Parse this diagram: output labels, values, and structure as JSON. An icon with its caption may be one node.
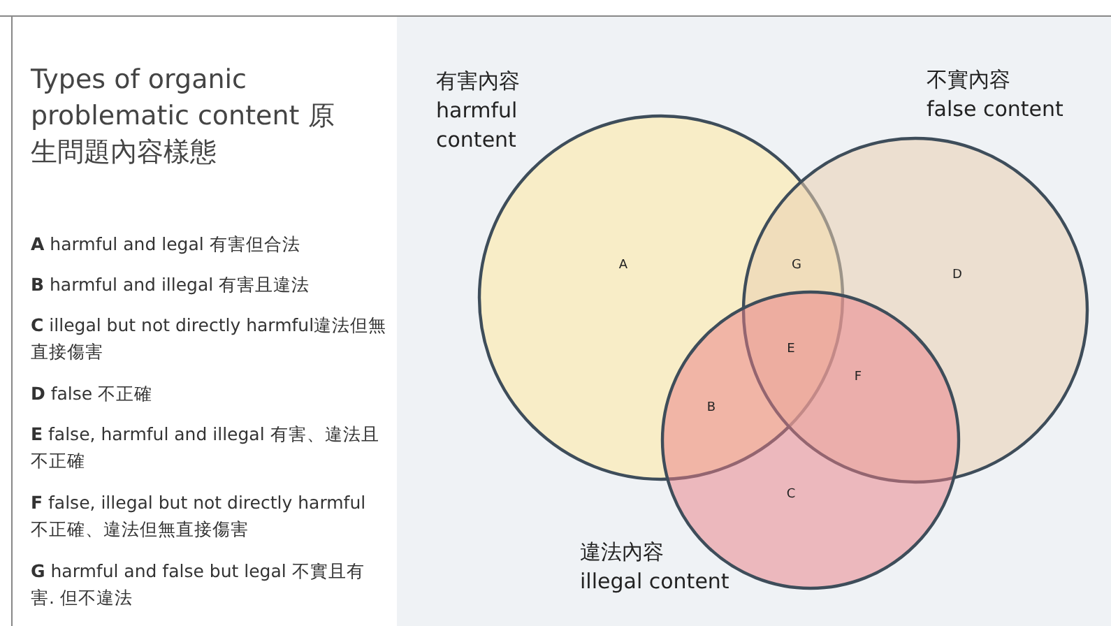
{
  "diagram": {
    "title": "Types of organic problematic content 原生問題內容樣態",
    "nodes": [
      {
        "text": [
          "有害內容",
          "harmful content"
        ]
      },
      {
        "text": [
          "不實內容",
          "false content"
        ]
      },
      {
        "text": [
          "違法內容",
          "illegal content"
        ]
      }
    ],
    "labels": [
      "**A** harmful and legal 有害但合法",
      "**B** harmful and illegal 有害且違法",
      "**C** illegal but not directly harmful違法但無直接傷害",
      "**D** false 不正確",
      "**E** false, harmful and illegal 有害、違法且不正確",
      "**F** false, illegal but not directly harmful 不正確、違法但無直接傷害",
      "**G** harmful and false but legal 不實且有害. 但不違法",
      "A",
      "G",
      "D",
      "E",
      "F",
      "B",
      "C"
    ]
  }
}
